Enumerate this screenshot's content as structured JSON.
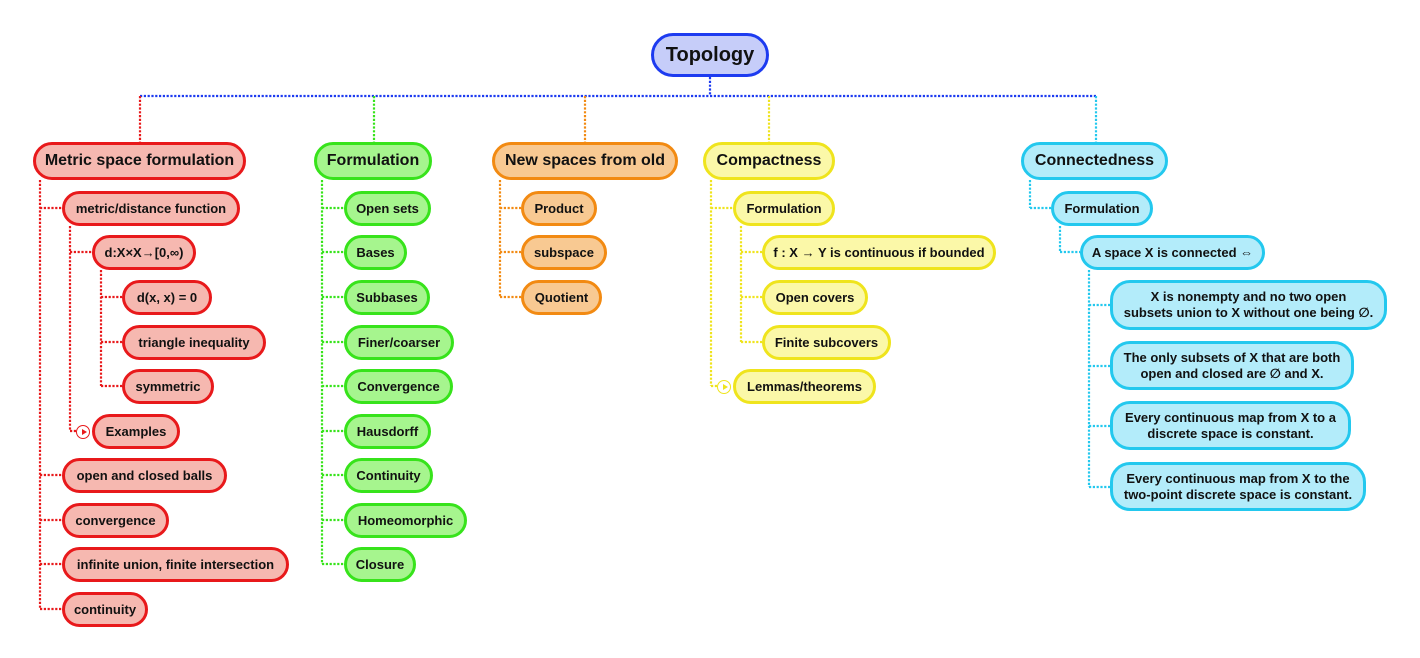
{
  "root": "Topology",
  "metric": {
    "title": "Metric space formulation",
    "distance": "metric/distance function",
    "distance_def": "d:X×X→[0,∞)",
    "axioms": [
      "d(x, x) = 0",
      "triangle inequality",
      "symmetric"
    ],
    "examples": "Examples",
    "items": [
      "open and closed balls",
      "convergence",
      "infinite union, finite intersection",
      "continuity"
    ]
  },
  "formulation": {
    "title": "Formulation",
    "items": [
      "Open sets",
      "Bases",
      "Subbases",
      "Finer/coarser",
      "Convergence",
      "Hausdorff",
      "Continuity",
      "Homeomorphic",
      "Closure"
    ]
  },
  "new_spaces": {
    "title": "New spaces from old",
    "items": [
      "Product",
      "subspace",
      "Quotient"
    ]
  },
  "compactness": {
    "title": "Compactness",
    "formulation": "Formulation",
    "items": [
      "f : X → Y is continuous if bounded",
      "Open covers",
      "Finite subcovers"
    ],
    "lemmas": "Lemmas/theorems"
  },
  "connectedness": {
    "title": "Connectedness",
    "formulation": "Formulation",
    "statement": "A space X is connected ⇔",
    "conditions": [
      [
        "X is nonempty and no two open",
        "subsets union to X without one being ∅."
      ],
      [
        "The only subsets of X that are both",
        "open and closed are ∅ and X."
      ],
      [
        "Every continuous map from X to a",
        "discrete space is constant."
      ],
      [
        "Every continuous map from X to the",
        "two-point discrete space is constant."
      ]
    ]
  },
  "colors": {
    "root": "#1d3bf0",
    "red": "#e8191b",
    "green": "#37e31b",
    "orange": "#f28a12",
    "yellow": "#efe41d",
    "cyan": "#23c8ee"
  }
}
